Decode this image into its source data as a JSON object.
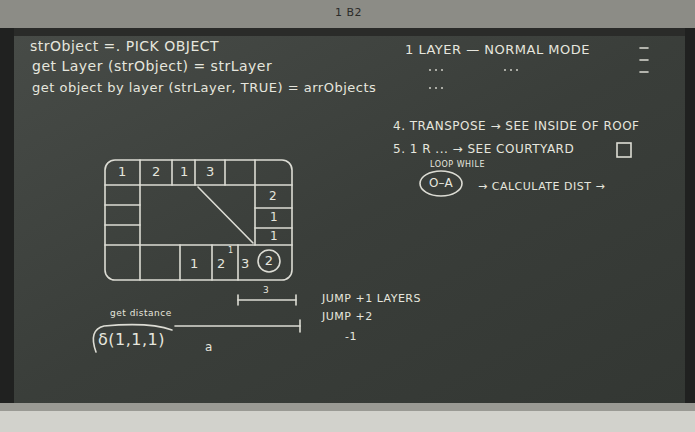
{
  "diagram": {
    "nodes": [
      {
        "text": [
          "2"
        ]
      },
      {
        "text": [
          "O–A"
        ]
      }
    ],
    "labels": [
      "1 B2",
      "strObject =. PICK OBJECT",
      "get Layer (strObject) = strLayer",
      "get object by layer (strLayer, TRUE) = arrObjects",
      "1 LAYER — NORMAL MODE",
      "4. TRANSPOSE → SEE INSIDE OF ROOF",
      "5. 1 R ... → SEE COURTYARD",
      "LOOP WHILE",
      "→ CALCULATE DIST →",
      "1",
      "2",
      "1",
      "3",
      "2",
      "1",
      "1",
      "1",
      "1",
      "2",
      "3",
      "3",
      "get distance",
      "δ(1,1,1)",
      "a",
      "JUMP +1 LAYERS",
      "JUMP +2",
      "-1"
    ]
  }
}
